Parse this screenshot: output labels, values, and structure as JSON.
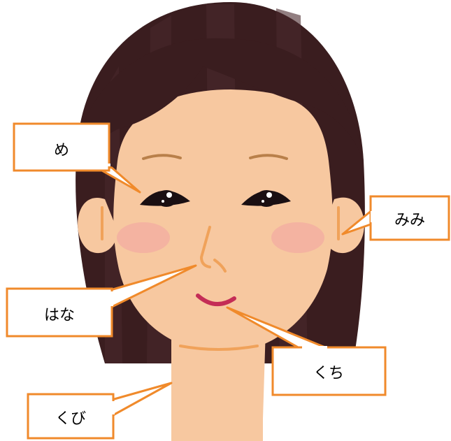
{
  "labels": {
    "eye": "め",
    "ear": "みみ",
    "nose": "はな",
    "mouth": "くち",
    "neck": "くび"
  },
  "colors": {
    "background": "#ffffff",
    "hair": "#3a1d1f",
    "hair_stripe": "#4a2a2d",
    "skin": "#f7c8a0",
    "feature_line": "#f0a25a",
    "lips": "#c42d56",
    "cheek": "#f2a3a3",
    "eye": "#1a0f12",
    "callout_border": "#f08a2b",
    "callout_fill": "#ffffff",
    "text": "#000000"
  },
  "icons": [
    "woman-face-illustration"
  ]
}
